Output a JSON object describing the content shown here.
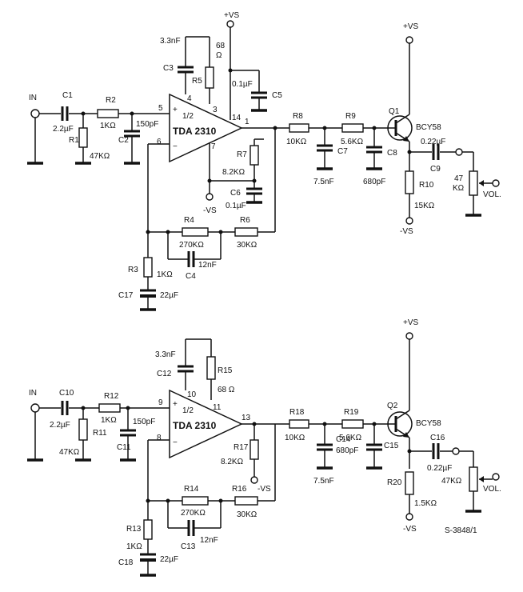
{
  "stage1": {
    "in_label": "IN",
    "c1": "C1",
    "c1_val": "2.2µF",
    "r1": "R1",
    "r1_val": "47KΩ",
    "r2": "R2",
    "r2_val": "1KΩ",
    "c2": "C2",
    "c2_val": "150pF",
    "c3": "C3",
    "c3_val": "3.3nF",
    "r5": "R5",
    "r5_val_top": "68",
    "r5_val_bot": "Ω",
    "vs_top": "+VS",
    "c5": "C5",
    "c5_val": "0.1µF",
    "pin5": "5",
    "pin4": "4",
    "pin3": "3",
    "pin14": "14",
    "pin1": "1",
    "pin6": "6",
    "pin7": "7",
    "half": "1/2",
    "chip": "TDA 2310",
    "r7": "R7",
    "r7_val": "8.2KΩ",
    "c6": "C6",
    "c6_val": "0.1µF",
    "vs_neg": "-VS",
    "r8": "R8",
    "r8_val": "10KΩ",
    "c7": "C7",
    "c7_val": "7.5nF",
    "r9": "R9",
    "r9_val": "5.6KΩ",
    "c8": "C8",
    "c8_val": "680pF",
    "q1": "Q1",
    "q1_type": "BCY58",
    "vs_q_top": "+VS",
    "c9": "C9",
    "c9_val": "0.22µF",
    "r10": "R10",
    "r10_val": "15KΩ",
    "vs_q_bot": "-VS",
    "pot": "47",
    "pot_unit": "KΩ",
    "vol": "VOL.",
    "r4": "R4",
    "r4_val": "270KΩ",
    "r6": "R6",
    "r6_val": "30KΩ",
    "c4": "C4",
    "c4_val": "12nF",
    "r3": "R3",
    "r3_val": "1KΩ",
    "c17": "C17",
    "c17_val": "22µF"
  },
  "stage2": {
    "in_label": "IN",
    "c10": "C10",
    "c10_val": "2.2µF",
    "r11": "R11",
    "r11_val": "47KΩ",
    "r12": "R12",
    "r12_val": "1KΩ",
    "c11": "C11",
    "c11_val": "150pF",
    "c12": "C12",
    "c12_val": "3.3nF",
    "r15": "R15",
    "r15_val": "68 Ω",
    "pin9": "9",
    "pin10": "10",
    "pin11": "11",
    "pin13": "13",
    "pin8": "8",
    "half": "1/2",
    "chip": "TDA 2310",
    "r17": "R17",
    "r17_val": "8.2KΩ",
    "vs_neg": "-VS",
    "r18": "R18",
    "r18_val": "10KΩ",
    "c14": "C14",
    "c14_val": "680pF",
    "c13_val": "7.5nF",
    "r19": "R19",
    "r19_val": "5.6KΩ",
    "c15": "C15",
    "q2": "Q2",
    "q2_type": "BCY58",
    "vs_q_top": "+VS",
    "c16": "C16",
    "c16_val": "0.22µF",
    "r20": "R20",
    "r20_val": "1.5KΩ",
    "vs_q_bot": "-VS",
    "pot": "47KΩ",
    "vol": "VOL.",
    "r14": "R14",
    "r14_val": "270KΩ",
    "r16": "R16",
    "r16_val": "30KΩ",
    "c13": "C13",
    "c13b_val": "12nF",
    "r13": "R13",
    "r13_val": "1KΩ",
    "c18": "C18",
    "c18_val": "22µF"
  },
  "drawing_code": "S-3848/1"
}
